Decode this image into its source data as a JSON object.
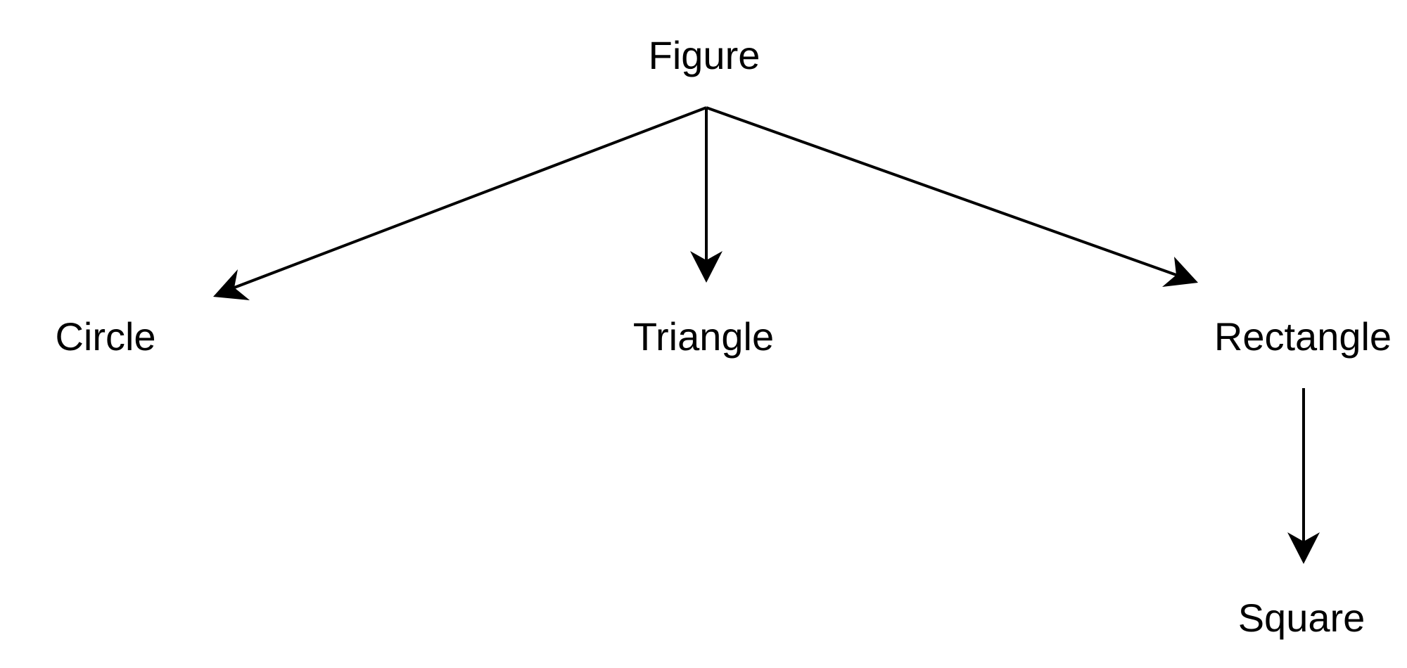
{
  "diagram": {
    "type": "hierarchy",
    "nodes": [
      {
        "id": "figure",
        "label": "Figure"
      },
      {
        "id": "circle",
        "label": "Circle"
      },
      {
        "id": "triangle",
        "label": "Triangle"
      },
      {
        "id": "rectangle",
        "label": "Rectangle"
      },
      {
        "id": "square",
        "label": "Square"
      }
    ],
    "edges": [
      {
        "from": "figure",
        "to": "circle"
      },
      {
        "from": "figure",
        "to": "triangle"
      },
      {
        "from": "figure",
        "to": "rectangle"
      },
      {
        "from": "rectangle",
        "to": "square"
      }
    ],
    "colors": {
      "line": "#000000",
      "text": "#000000",
      "background": "#ffffff"
    }
  }
}
